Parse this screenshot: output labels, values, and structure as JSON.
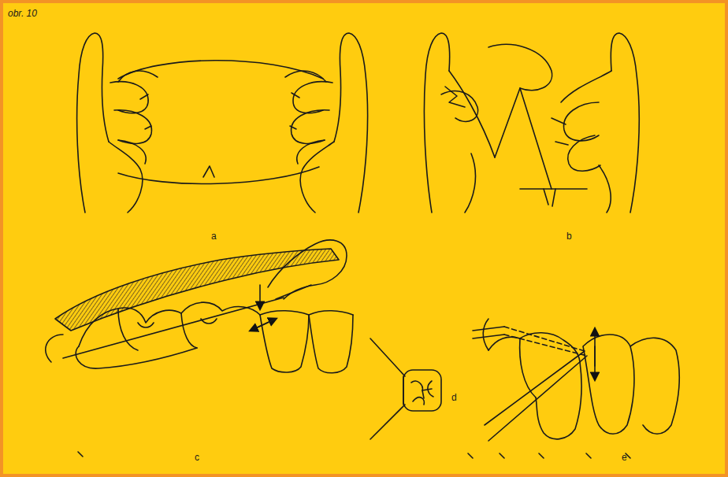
{
  "diagram": {
    "labels": [
      "obr. 10",
      "a",
      "b",
      "c",
      "d",
      "e"
    ]
  }
}
